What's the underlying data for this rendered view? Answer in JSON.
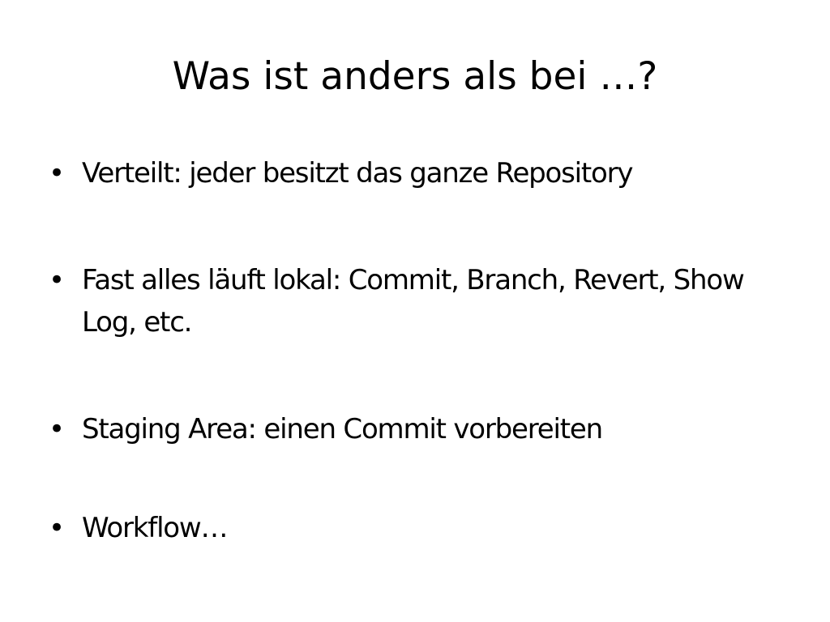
{
  "slide": {
    "title": "Was ist anders als bei …?",
    "bullet_symbol": "•",
    "bullets": [
      "Verteilt: jeder besitzt das ganze Repository",
      "Fast alles läuft lokal: Commit, Branch, Revert, Show Log, etc.",
      "Staging Area: einen Commit vorbereiten",
      "Workflow…"
    ]
  }
}
